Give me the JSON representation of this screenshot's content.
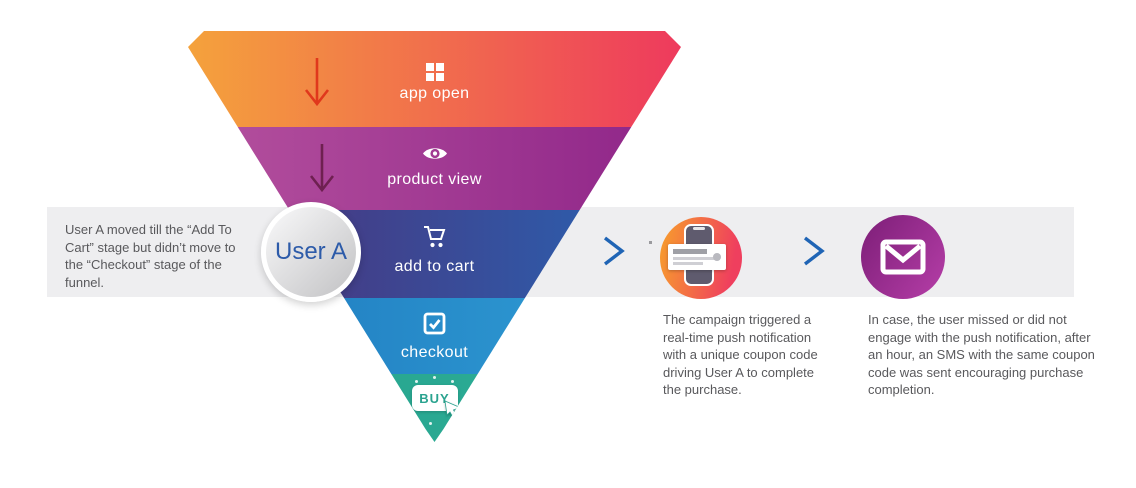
{
  "canvas": {
    "background": "#ffffff",
    "band_color": "#eeeef0",
    "text_color": "#59595c"
  },
  "funnel": {
    "stages": [
      {
        "id": "app-open",
        "label": "app open",
        "icon": "app-grid-icon",
        "color_left": "#f4a23c",
        "color_right": "#ee3a5d",
        "arrow_color": "#e0381c"
      },
      {
        "id": "product-view",
        "label": "product view",
        "icon": "eye-icon",
        "color_left": "#b5519e",
        "color_right": "#8e2488",
        "arrow_color": "#6e2050"
      },
      {
        "id": "add-to-cart",
        "label": "add to cart",
        "icon": "cart-icon",
        "color_left": "#4f2d75",
        "color_right": "#2765b5"
      },
      {
        "id": "checkout",
        "label": "checkout",
        "icon": "checkbox-icon",
        "color_left": "#1e78be",
        "color_right": "#31a0d6"
      },
      {
        "id": "buy",
        "label": "BUY",
        "icon": "buy-button-cursor-icon",
        "color_left": "#27a18b",
        "color_right": "#2cb099"
      }
    ]
  },
  "user_marker": {
    "label": "User A",
    "text_color": "#2d5ba9"
  },
  "notes": {
    "left": "User A moved till the “Add To Cart” stage but didn’t move to the “Checkout” stage of the funnel.",
    "push": "The campaign triggered a real-time push notification with a unique coupon code driving User A to complete the purchase.",
    "sms": "In case, the user missed or did not engage with the push notification, after an hour, an SMS with the same coupon code was sent encouraging purchase completion."
  },
  "flow": {
    "arrow_gradient": [
      "#7d2a82",
      "#1f64b5"
    ],
    "push_icon": "push-notification-phone-icon",
    "push_circle_gradient": [
      "#f79a2e",
      "#ef3f5e"
    ],
    "sms_icon": "sms-envelope-icon",
    "sms_circle_gradient": [
      "#82217c",
      "#b03ba3"
    ]
  }
}
